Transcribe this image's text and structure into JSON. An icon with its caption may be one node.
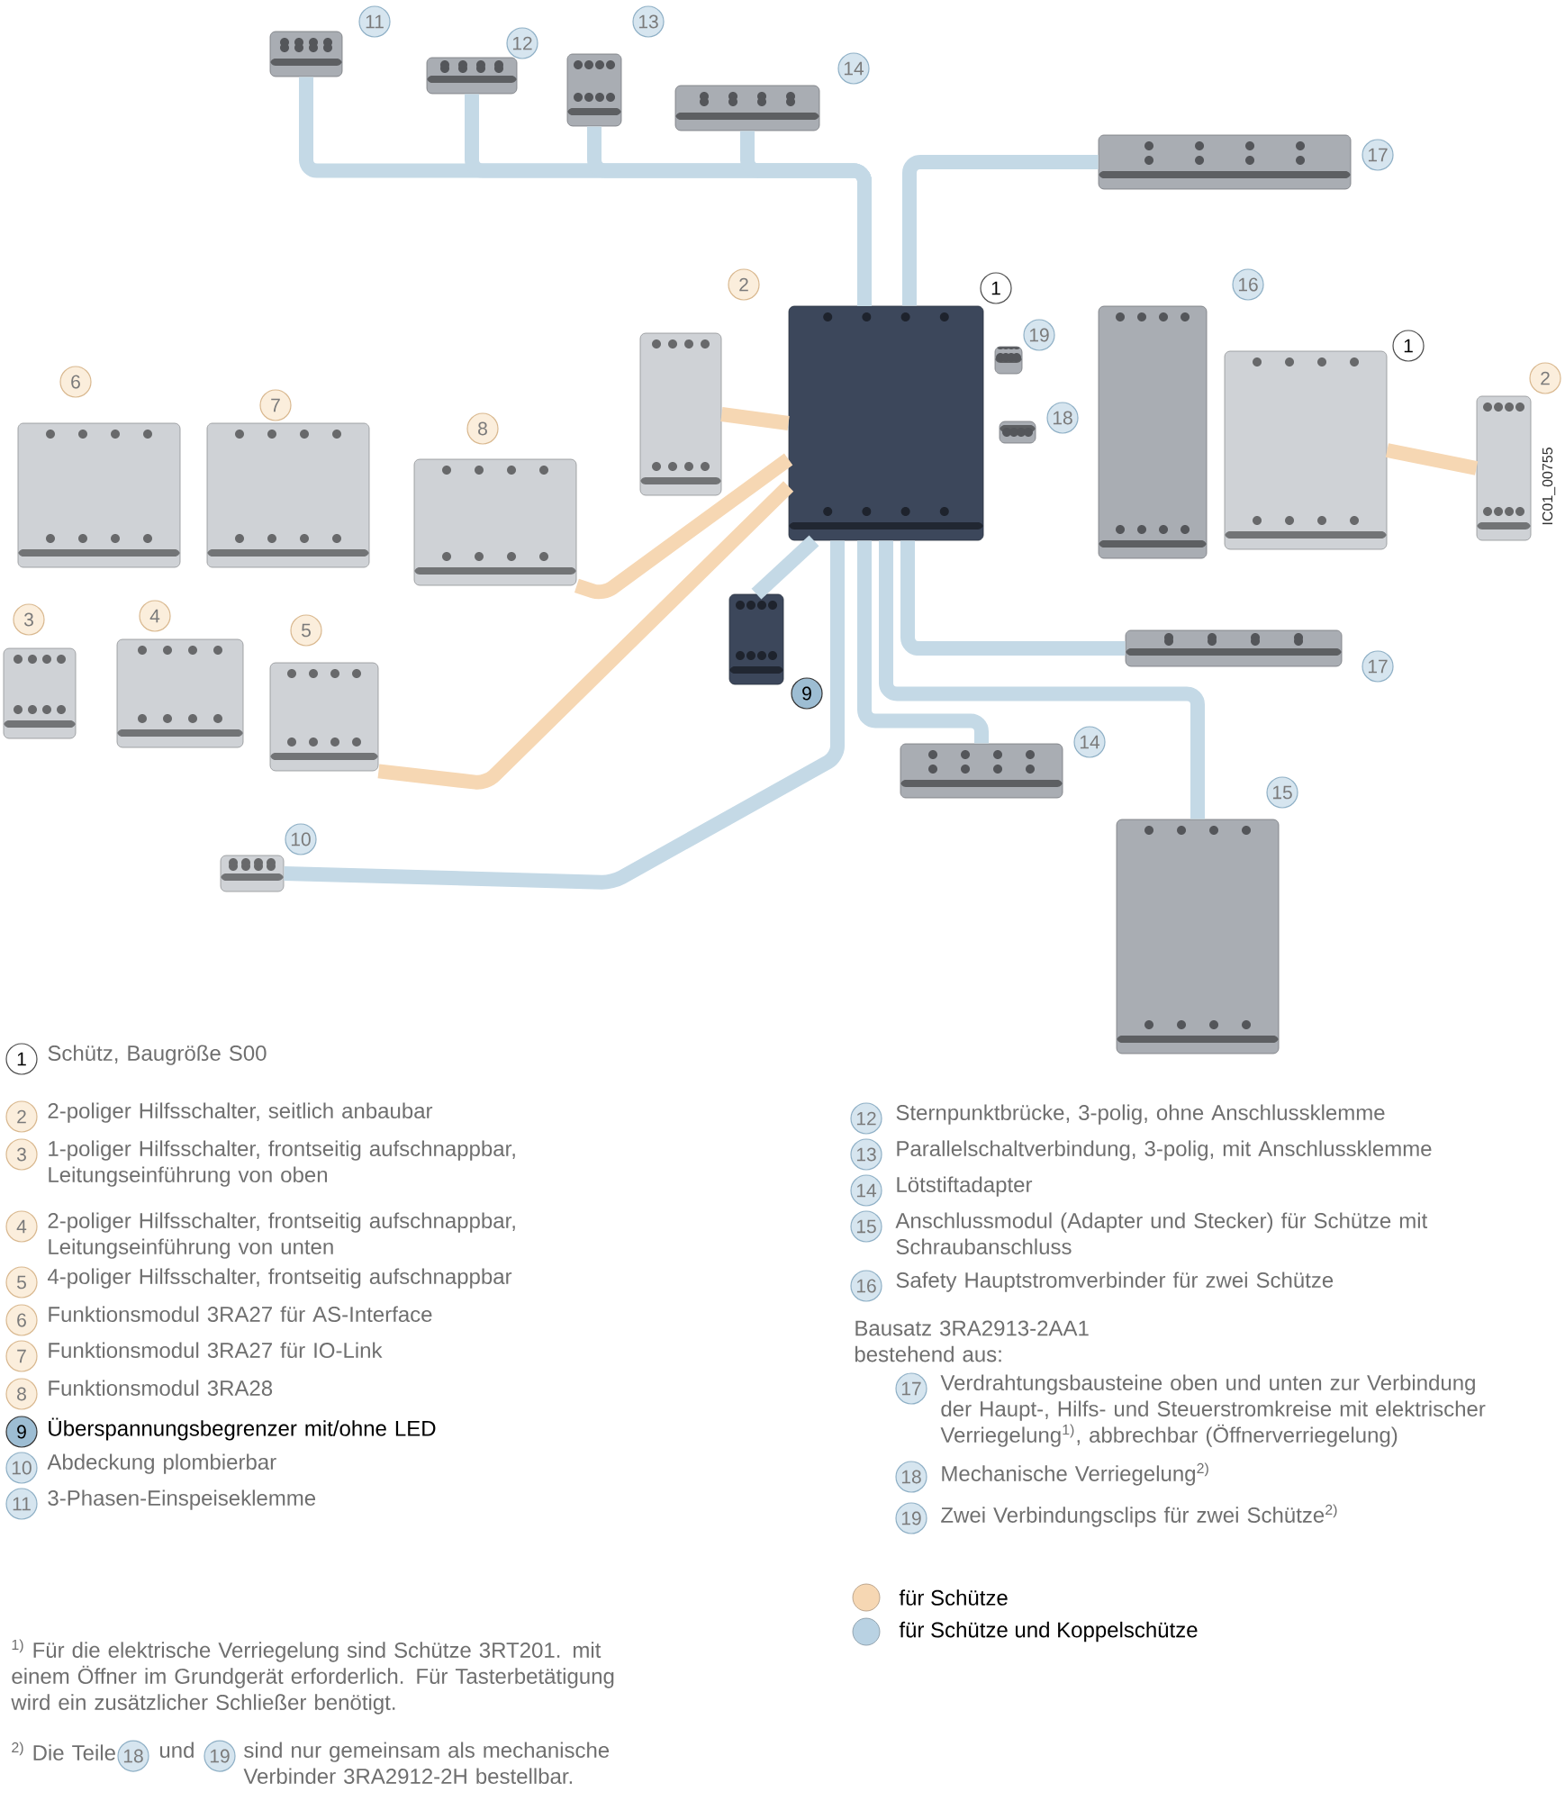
{
  "diagram": {
    "nodes": [
      {
        "text": [],
        "shape": "picture",
        "beside": [
          "1"
        ]
      },
      {
        "text": [],
        "shape": "picture",
        "beside": [
          "11"
        ]
      },
      {
        "text": [],
        "shape": "picture",
        "beside": [
          "12"
        ]
      },
      {
        "text": [],
        "shape": "picture",
        "beside": [
          "13"
        ]
      },
      {
        "text": [],
        "shape": "picture",
        "beside": [
          "14"
        ]
      },
      {
        "text": [],
        "shape": "picture",
        "beside": [
          "17"
        ]
      },
      {
        "text": [],
        "shape": "picture",
        "beside": [
          "16"
        ]
      },
      {
        "text": [],
        "shape": "picture",
        "beside": [
          "1"
        ]
      },
      {
        "text": [],
        "shape": "picture",
        "beside": [
          "2"
        ]
      },
      {
        "text": [],
        "shape": "picture",
        "beside": [
          "2"
        ]
      },
      {
        "text": [],
        "shape": "picture",
        "beside": [
          "19"
        ]
      },
      {
        "text": [],
        "shape": "picture",
        "beside": [
          "18"
        ]
      },
      {
        "text": [],
        "shape": "picture",
        "beside": [
          "6"
        ]
      },
      {
        "text": [],
        "shape": "picture",
        "beside": [
          "7"
        ]
      },
      {
        "text": [],
        "shape": "picture",
        "beside": [
          "8"
        ]
      },
      {
        "text": [],
        "shape": "picture",
        "beside": [
          "3"
        ]
      },
      {
        "text": [],
        "shape": "picture",
        "beside": [
          "4"
        ]
      },
      {
        "text": [],
        "shape": "picture",
        "beside": [
          "5"
        ]
      },
      {
        "text": [],
        "shape": "picture",
        "beside": [
          "9"
        ]
      },
      {
        "text": [],
        "shape": "picture",
        "beside": [
          "10"
        ]
      },
      {
        "text": [],
        "shape": "picture",
        "beside": [
          "17"
        ]
      },
      {
        "text": [],
        "shape": "picture",
        "beside": [
          "14"
        ]
      },
      {
        "text": [],
        "shape": "picture",
        "beside": [
          "15"
        ]
      }
    ],
    "edges": [
      {
        "from": 0,
        "to": 1,
        "arrow": "none"
      },
      {
        "from": 0,
        "to": 2,
        "arrow": "none"
      },
      {
        "from": 0,
        "to": 3,
        "arrow": "none"
      },
      {
        "from": 0,
        "to": 4,
        "arrow": "none"
      },
      {
        "from": 0,
        "to": 5,
        "arrow": "none"
      },
      {
        "from": 0,
        "to": 20,
        "arrow": "none"
      },
      {
        "from": 0,
        "to": 21,
        "arrow": "none"
      },
      {
        "from": 0,
        "to": 22,
        "arrow": "none"
      },
      {
        "from": 0,
        "to": 18,
        "arrow": "none"
      },
      {
        "from": 0,
        "to": 19,
        "arrow": "none"
      },
      {
        "from": 0,
        "to": 9,
        "arrow": "none",
        "color": "#f6d7b3"
      },
      {
        "from": 0,
        "to": 14,
        "arrow": "none",
        "color": "#f6d7b3"
      },
      {
        "from": 0,
        "to": 17,
        "arrow": "none",
        "color": "#f6d7b3"
      },
      {
        "from": 7,
        "to": 8,
        "arrow": "none",
        "color": "#f6d7b3"
      }
    ],
    "labels": [
      "IC01_00755",
      "1",
      "Schütz, Baugröße S00",
      "2",
      "2-poliger Hilfsschalter, seitlich anbaubar",
      "3",
      "1-poliger Hilfsschalter, frontseitig aufschnappbar, Leitungseinführung von oben",
      "4",
      "2-poliger Hilfsschalter, frontseitig aufschnappbar, Leitungseinführung von unten",
      "5",
      "4-poliger Hilfsschalter, frontseitig aufschnappbar",
      "6",
      "Funktionsmodul 3RA27 für AS-Interface",
      "7",
      "Funktionsmodul 3RA27 für IO-Link",
      "8",
      "Funktionsmodul 3RA28",
      "9",
      "Überspannungsbegrenzer mit/ohne LED",
      "10",
      "Abdeckung plombierbar",
      "11",
      "3-Phasen-Einspeiseklemme",
      "12",
      "Sternpunktbrücke, 3-polig, ohne Anschlussklemme",
      "13",
      "Parallelschaltverbindung, 3-polig, mit Anschlussklemme",
      "14",
      "Lötstiftadapter",
      "15",
      "Anschlussmodul (Adapter und Stecker) für Schütze mit Schraubanschluss",
      "16",
      "Safety Hauptstromverbinder für zwei Schütze",
      "Bausatz 3RA2913-2AA1 bestehend aus:",
      "17",
      "Verdrahtungsbausteine oben und unten zur Verbindung der Haupt-, Hilfs- und Steuerstromkreise mit elektrischer Verriegelung$^{1)}$, abbrechbar (Öffnerverriegelung)",
      "18",
      "Mechanische Verriegelung$^{2)}$",
      "19",
      "Zwei Verbindungsclips für zwei Schütze$^{2)}$",
      "$^{1)}$ Für die elektrische Verriegelung sind Schütze 3RT201. mit einem Öffner im Grundgerät erforderlich. Für Tasterbetätigung wird ein zusätzlicher Schließer benötigt.",
      "$^{2)}$ Die Teile",
      "18",
      "und",
      "19",
      "sind nur gemeinsam als mechanische Verbinder 3RA2912-2H bestellbar."
    ],
    "legend": [
      {
        "text": "für Schütze",
        "color": "#f6d7b3"
      },
      {
        "text": "für Schütze und Koppelschütze",
        "color": "#b9d2e3"
      }
    ]
  }
}
